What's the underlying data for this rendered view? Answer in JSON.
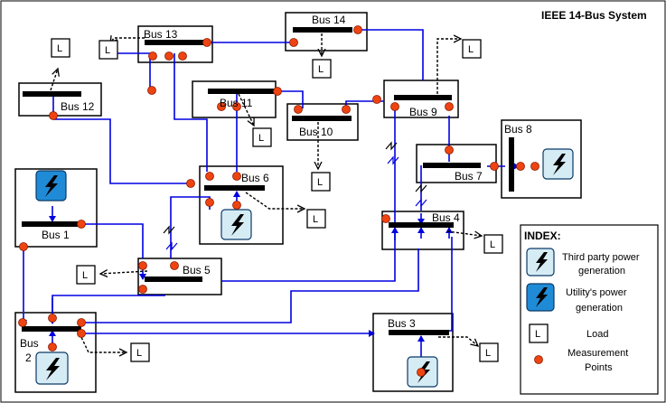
{
  "title": "IEEE 14-Bus System",
  "buses": {
    "bus1": "Bus 1",
    "bus2_a": "Bus",
    "bus2_b": "2",
    "bus3": "Bus 3",
    "bus4": "Bus 4",
    "bus5": "Bus 5",
    "bus6": "Bus 6",
    "bus7": "Bus 7",
    "bus8": "Bus 8",
    "bus9": "Bus 9",
    "bus10": "Bus 10",
    "bus11": "Bus 11",
    "bus12": "Bus 12",
    "bus13": "Bus 13",
    "bus14": "Bus 14"
  },
  "load_label": "L",
  "index": {
    "heading": "INDEX:",
    "third_party_1": "Third party power",
    "third_party_2": "generation",
    "utility_1": "Utility's power",
    "utility_2": "generation",
    "load": "Load",
    "measurement_1": "Measurement",
    "measurement_2": "Points"
  },
  "colors": {
    "line": "#0000e0",
    "bus_bar": "#000000",
    "measurement_point": "#ee4411",
    "third_party_fill": "#d6ecf5",
    "utility_fill": "#1f8bd6"
  },
  "icons": {
    "third_party": "lightning-icon",
    "utility": "lightning-icon",
    "load": "load-box-icon",
    "transformer": "transformer-icon"
  }
}
